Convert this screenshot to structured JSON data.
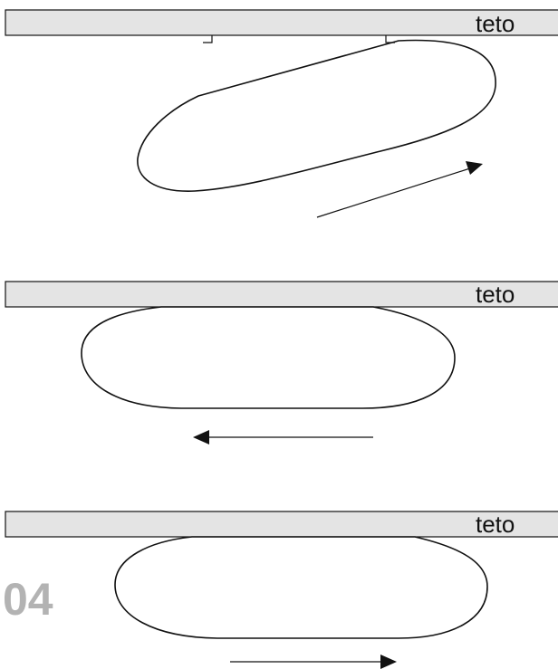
{
  "panels": [
    {
      "label": "teto",
      "motion": "right"
    },
    {
      "label": "teto",
      "motion": "left"
    },
    {
      "label": "teto",
      "motion": "right"
    }
  ],
  "figure_number": "04",
  "colors": {
    "bar_fill": "#e4e4e4",
    "outline": "#111111",
    "figure_number": "#b3b3b3"
  }
}
